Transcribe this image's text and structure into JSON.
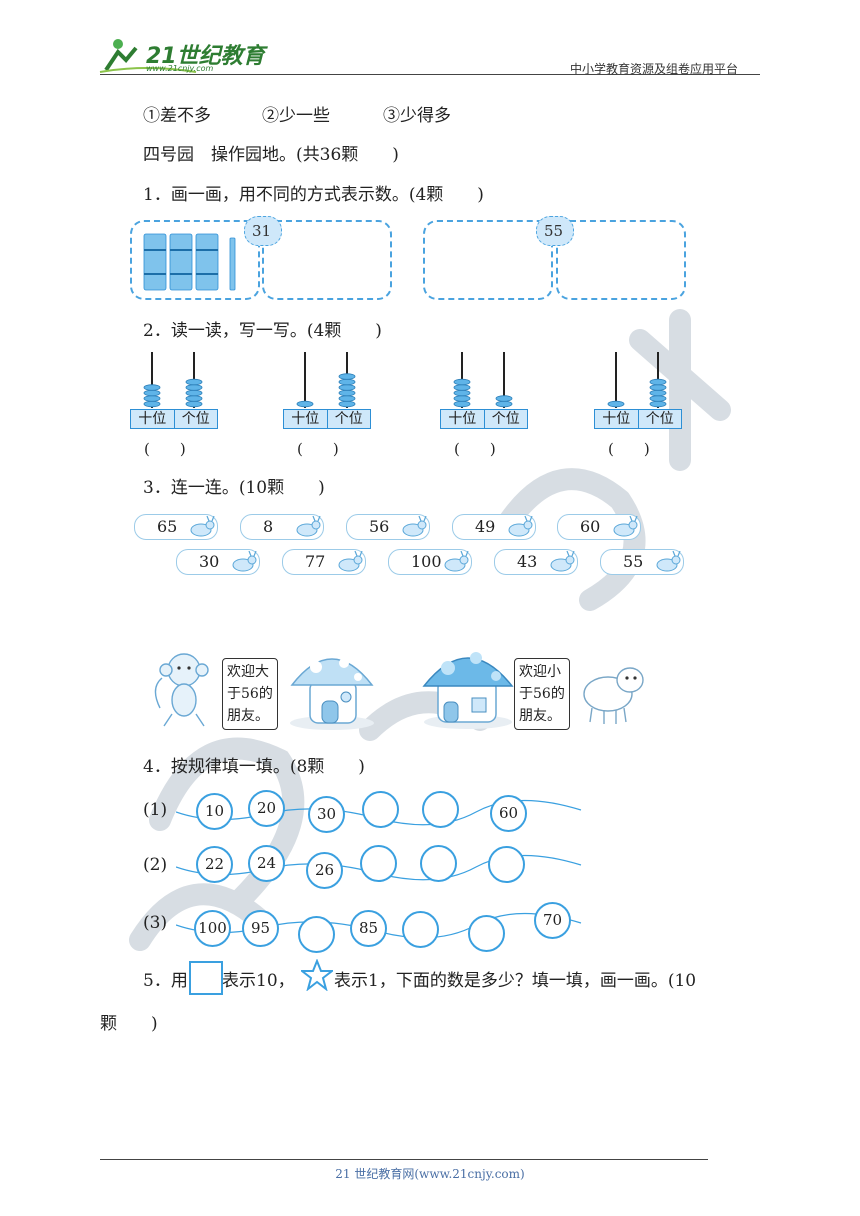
{
  "header": {
    "logo_text": "21世纪教育",
    "logo_sub": "www.21cnjy.com",
    "right_text": "中小学教育资源及组卷应用平台"
  },
  "options_line": {
    "opt1": "①差不多",
    "opt2": "②少一些",
    "opt3": "③少得多"
  },
  "section_title": "四号园　操作园地。(共36颗　　)",
  "q1": {
    "title": "1．画一画，用不同的方式表示数。(4颗　　)",
    "cloud_a_num": "31",
    "cloud_b_num": "55"
  },
  "q2": {
    "title": "2．读一读，写一写。(4颗　　)",
    "tens_label": "十位",
    "ones_label": "个位",
    "paren": "(　　)",
    "abaci": [
      {
        "tens": 4,
        "ones": 5
      },
      {
        "tens": 1,
        "ones": 6
      },
      {
        "tens": 5,
        "ones": 2
      },
      {
        "tens": 1,
        "ones": 5
      }
    ]
  },
  "q3": {
    "title": "3．连一连。(10颗　　)",
    "row1": [
      "65",
      "8",
      "56",
      "49",
      "60"
    ],
    "row2": [
      "30",
      "77",
      "100",
      "43",
      "55"
    ],
    "sign_left": [
      "欢迎大",
      "于56的",
      "朋友。"
    ],
    "sign_right": [
      "欢迎小",
      "于56的",
      "朋友。"
    ]
  },
  "q4": {
    "title": "4．按规律填一填。(8颗　　)",
    "rows": [
      {
        "label": "(1)",
        "values": [
          "10",
          "20",
          "30",
          "",
          "",
          "60"
        ]
      },
      {
        "label": "(2)",
        "values": [
          "22",
          "24",
          "26",
          "",
          "",
          ""
        ]
      },
      {
        "label": "(3)",
        "values": [
          "100",
          "95",
          "",
          "85",
          "",
          "",
          "70"
        ]
      }
    ]
  },
  "q5": {
    "part1": "5．用",
    "part2": "表示10，",
    "part3": "表示1，下面的数是多少？填一填，画一画。(10",
    "part4": "颗　　)"
  },
  "footer": "21 世纪教育网(www.21cnjy.com)",
  "colors": {
    "accent": "#3aa0e0",
    "label_bg": "#cfe8fa"
  }
}
